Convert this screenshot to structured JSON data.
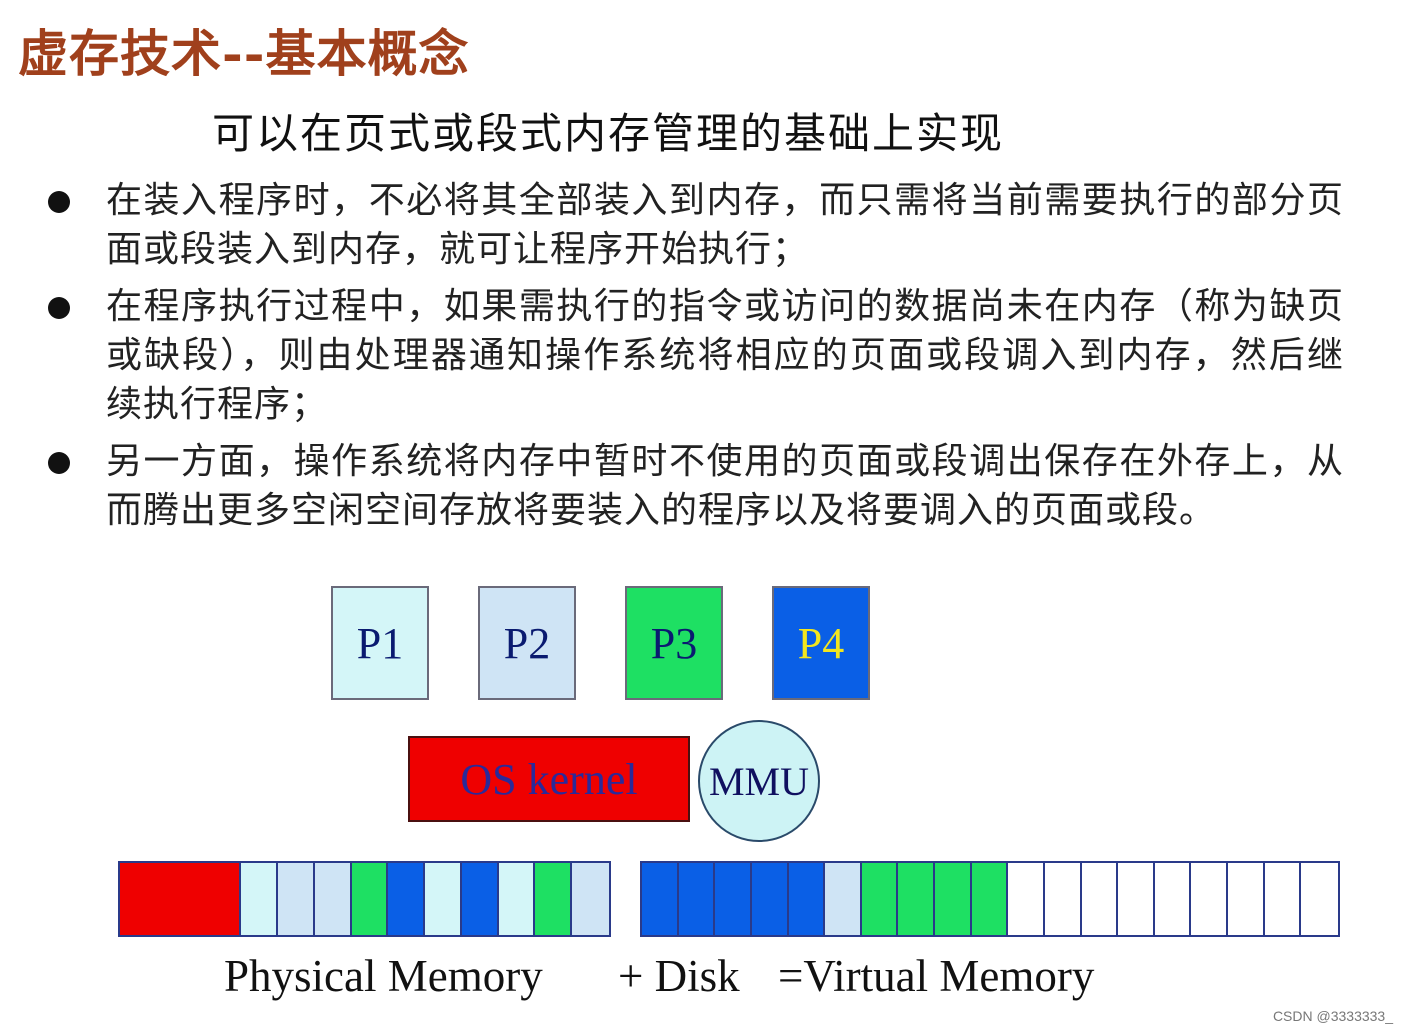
{
  "title": "虚存技术--基本概念",
  "subtitle": "可以在页式或段式内存管理的基础上实现",
  "bullets": [
    "在装入程序时，不必将其全部装入到内存，而只需将当前需要执行的部分页面或段装入到内存，就可让程序开始执行；",
    "在程序执行过程中，如果需执行的指令或访问的数据尚未在内存（称为缺页或缺段），则由处理器通知操作系统将相应的页面或段调入到内存，然后继续执行程序；",
    "另一方面，操作系统将内存中暂时不使用的页面或段调出保存在外存上，从而腾出更多空闲空间存放将要装入的程序以及将要调入的页面或段。"
  ],
  "pages": [
    {
      "label": "P1",
      "fill": "#d4f6f8",
      "text_color": "#0a1a70"
    },
    {
      "label": "P2",
      "fill": "#cfe4f5",
      "text_color": "#0a1a70"
    },
    {
      "label": "P3",
      "fill": "#1ee063",
      "text_color": "#0a1a70"
    },
    {
      "label": "P4",
      "fill": "#0a5fe6",
      "text_color": "#f2e61e"
    }
  ],
  "kernel_label": "OS kernel",
  "mmu_label": "MMU",
  "colors": {
    "kernel_red": "#ef0000",
    "light_cyan": "#d4f6f8",
    "light_blue": "#cfe4f5",
    "green": "#1ee063",
    "blue": "#0a5fe6",
    "empty": "#ffffff"
  },
  "physical_memory_cells": [
    "kernel",
    "light_cyan",
    "light_blue",
    "light_blue",
    "green",
    "blue",
    "light_cyan",
    "blue",
    "light_cyan",
    "green",
    "light_blue"
  ],
  "disk_cells": [
    "blue",
    "blue",
    "blue",
    "blue",
    "blue",
    "light_blue",
    "green",
    "green",
    "green",
    "green",
    "empty",
    "empty",
    "empty",
    "empty",
    "empty",
    "empty",
    "empty",
    "empty",
    "empty"
  ],
  "captions": {
    "physical": "Physical  Memory",
    "disk": "+ Disk",
    "virtual": "=Virtual Memory"
  },
  "watermark": "CSDN @3333333_"
}
